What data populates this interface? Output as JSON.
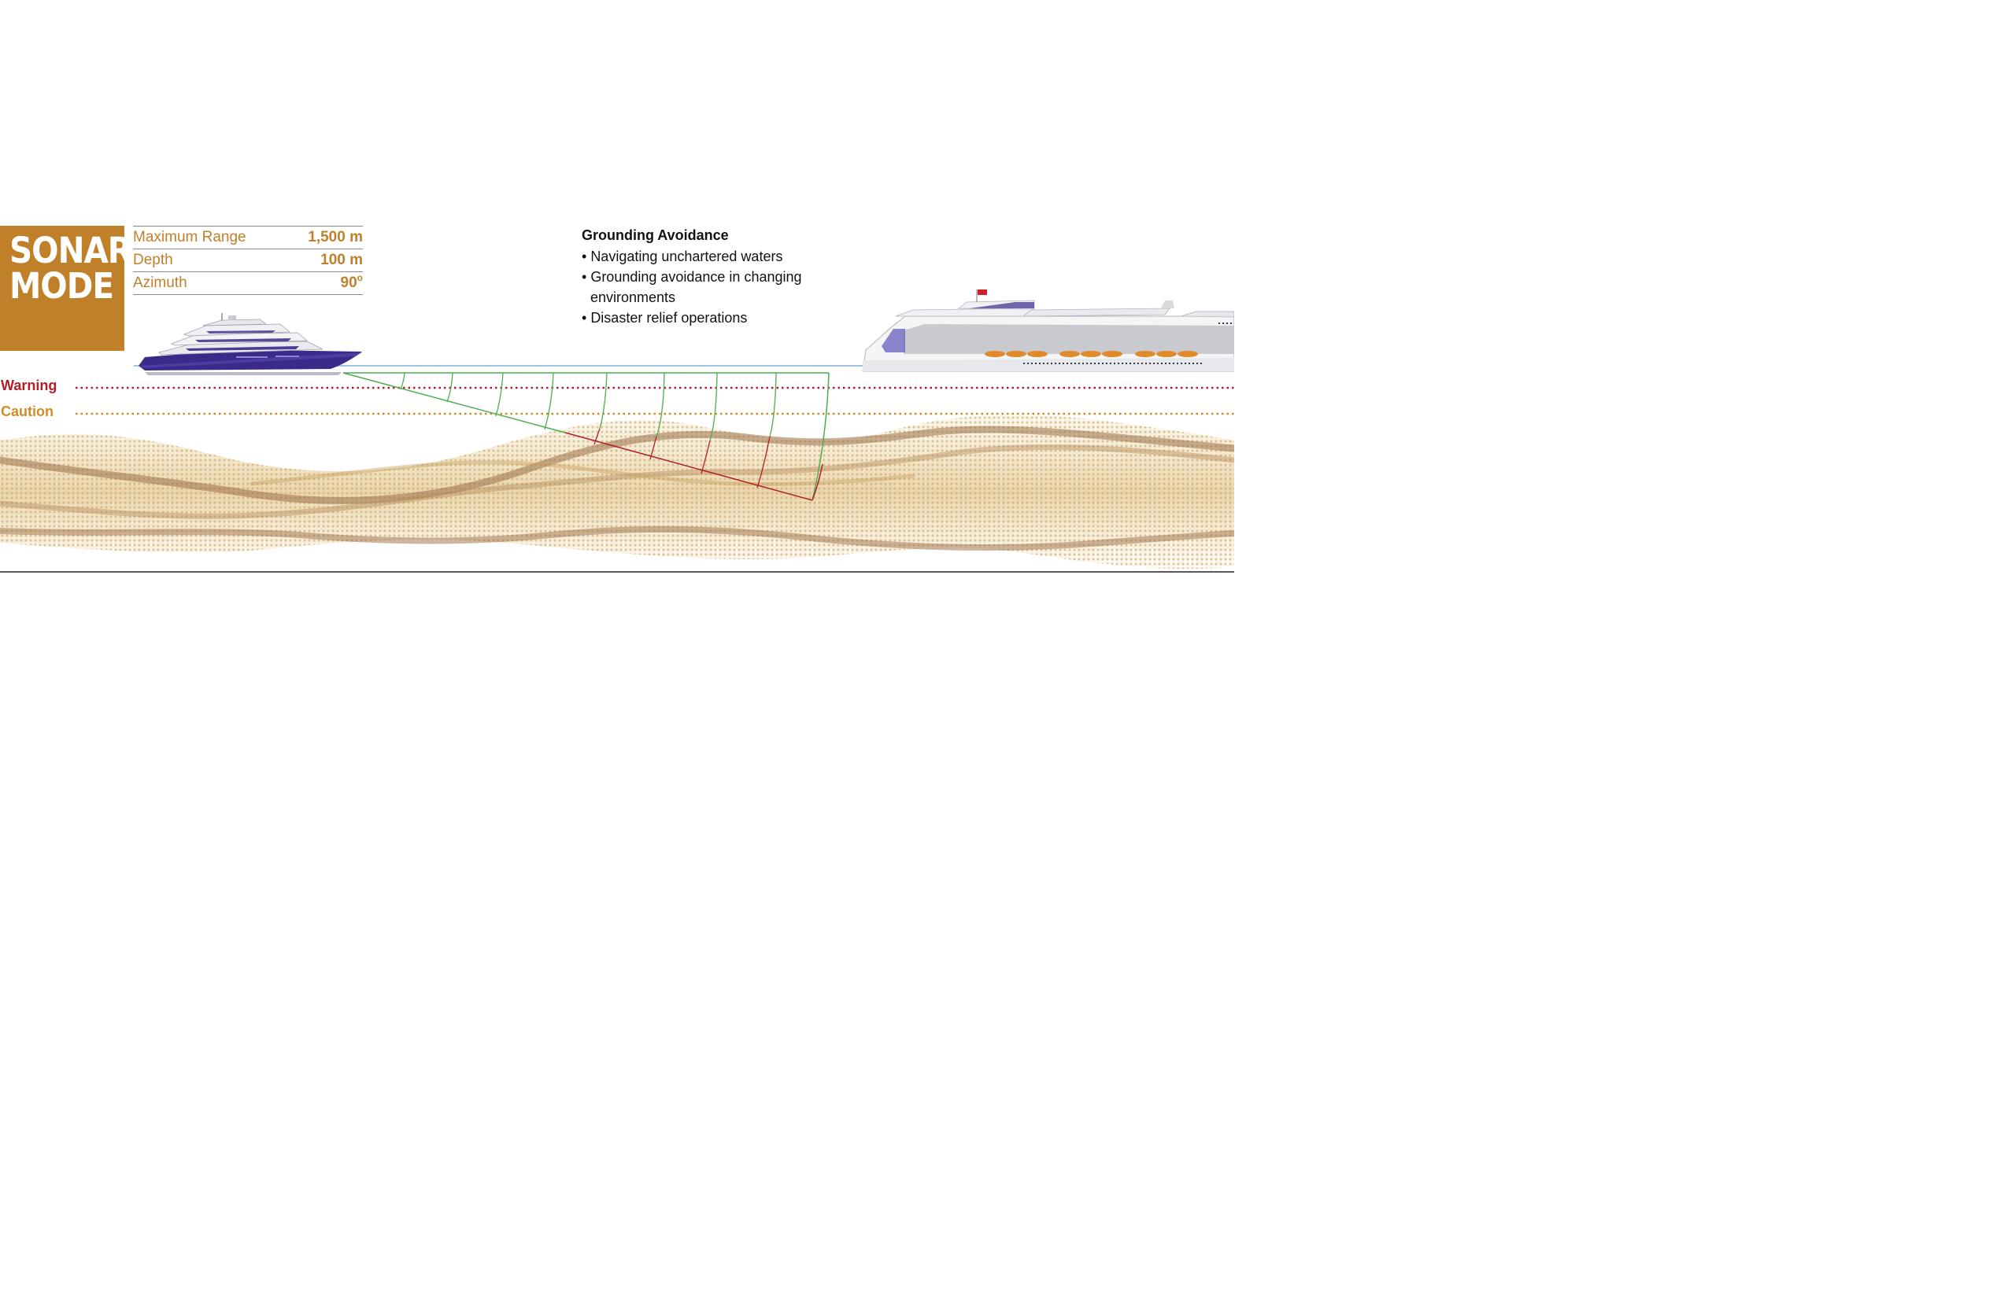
{
  "mode": {
    "line1": "SONAR",
    "line2": "MODE",
    "color": "#c0802a"
  },
  "specs": [
    {
      "label": "Maximum Range",
      "value": "1,500 m"
    },
    {
      "label": "Depth",
      "value": "100 m"
    },
    {
      "label": "Azimuth",
      "value": "90",
      "unit": "o"
    }
  ],
  "info": {
    "title": "Grounding Avoidance",
    "items": [
      {
        "line1": "Navigating unchartered waters",
        "line2": ""
      },
      {
        "line1": "Grounding avoidance in changing",
        "line2": "environments"
      },
      {
        "line1": "Disaster relief operations",
        "line2": ""
      }
    ]
  },
  "zones": {
    "warning": {
      "label": "Warning",
      "color": "#b0202a"
    },
    "caution": {
      "label": "Caution",
      "color": "#d08c24"
    }
  },
  "beam": {
    "safe_color": "#4caf50",
    "alert_color": "#b0202a"
  },
  "icons": [
    "yacht-icon",
    "cruise-ship-icon"
  ]
}
